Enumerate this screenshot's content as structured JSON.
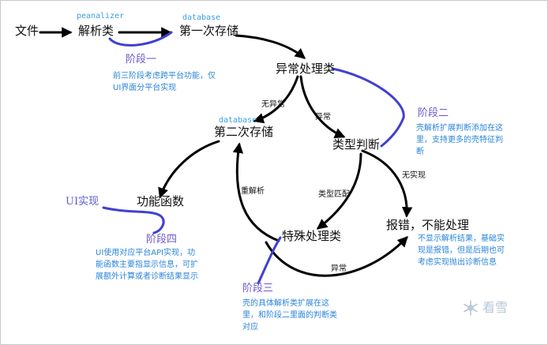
{
  "nodes": {
    "file": "文件",
    "parser": "解析类",
    "first_store": "第一次存储",
    "exception_handler": "异常处理类",
    "second_store": "第二次存储",
    "type_judge": "类型判断",
    "function": "功能函数",
    "special_handler": "特殊处理类",
    "error": "报错，不能处理"
  },
  "tags": {
    "peanalizer": "peanalizer",
    "database1": "database",
    "database2": "database"
  },
  "edge_labels": {
    "no_exception": "无异常",
    "exception": "异常",
    "reparse": "重解析",
    "type_match": "类型匹配",
    "no_impl": "无实现",
    "exception2": "异常"
  },
  "stages": {
    "s1": {
      "title": "阶段一",
      "note": "前三阶段考虑跨平台功能，仅UI界面分平台实现"
    },
    "s2": {
      "title": "阶段二",
      "note": "壳解析扩展判断添加在这里，支持更多的壳特征判断"
    },
    "s3": {
      "title": "阶段三",
      "note": "壳的具体解析类扩展在这里，和阶段二里面的判断类对应"
    },
    "s4": {
      "title": "阶段四",
      "note": "UI使用对应平台API实现，功能函数主要指显示信息，可扩展额外计算或者诊断结果显示"
    }
  },
  "ui_impl": "UI实现",
  "error_note": "不显示解析结果，基础实现是报错，但是后期也可考虑实现抛出诊断信息",
  "watermark": {
    "logo_icon": "snowflake-icon",
    "text": "看雪"
  },
  "colors": {
    "arrow": "#000000",
    "stage_line": "#4040d0",
    "note": "#2a84d8",
    "stage_title": "#6a5acd",
    "tag": "#3aa0e0"
  }
}
